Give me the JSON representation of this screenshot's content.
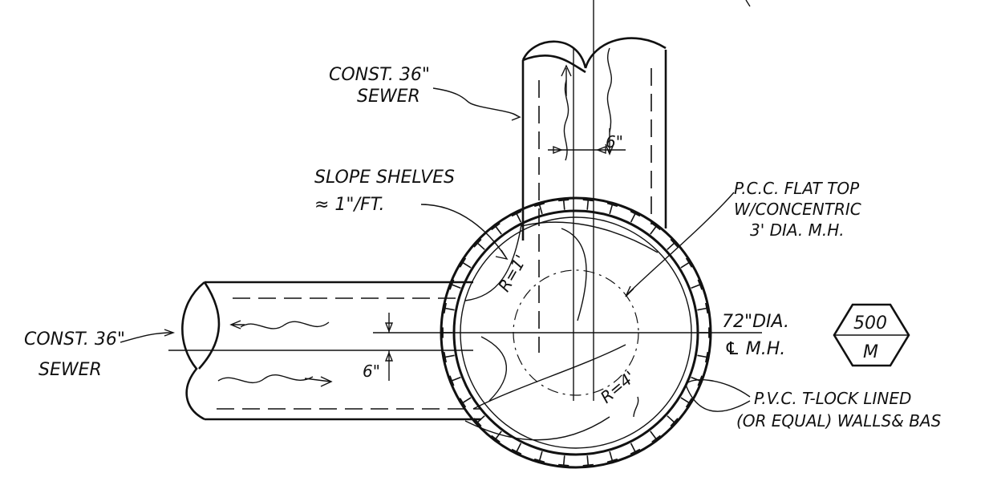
{
  "labels": {
    "sewer_top_1": "CONST. 36\"",
    "sewer_top_2": "SEWER",
    "sewer_left_1": "CONST. 36\"",
    "sewer_left_2": "SEWER",
    "slope_1": "SLOPE SHELVES",
    "slope_2": "≈ 1\"/FT.",
    "pcc_1": "P.C.C. FLAT TOP",
    "pcc_2": "W/CONCENTRIC",
    "pcc_3": "3' DIA. M.H.",
    "dia_1": "72\"DIA.",
    "dia_2": "℄ M.H.",
    "pvc_1": "P.V.C. T-LOCK LINED",
    "pvc_2": "(OR EQUAL) WALLS& BAS",
    "r1": "R=1'",
    "r4": "R=4'",
    "dim_top": "6\"",
    "dim_left": "6\""
  },
  "symbol": {
    "top": "500",
    "bottom": "M"
  }
}
